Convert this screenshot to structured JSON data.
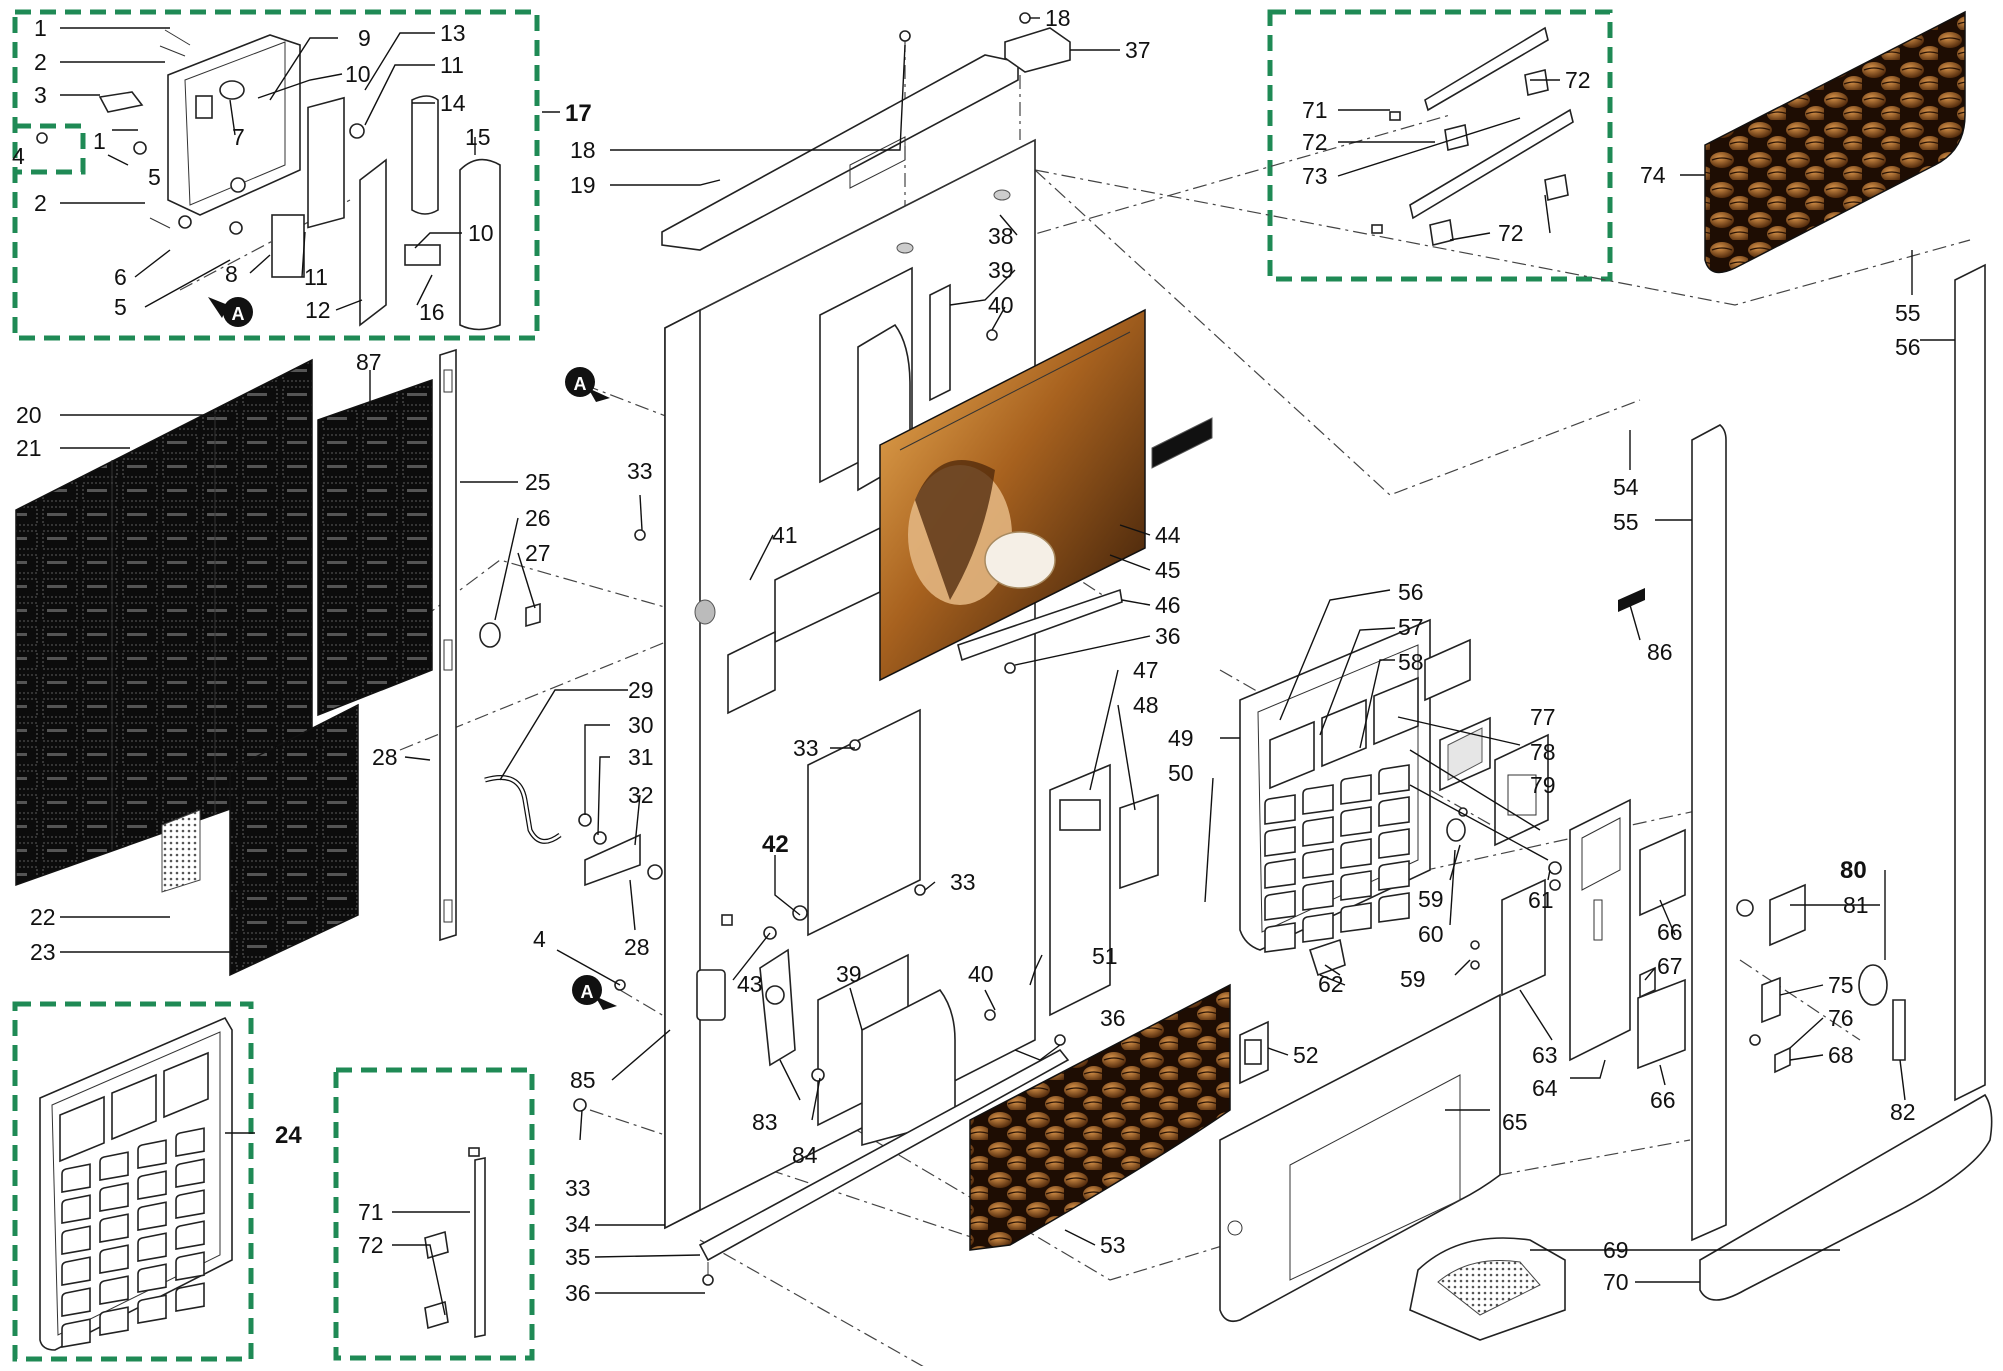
{
  "diagram": {
    "callouts": {
      "c1a": "1",
      "c2a": "2",
      "c3": "3",
      "c4a": "4",
      "c1b": "1",
      "c5a": "5",
      "c7": "7",
      "c9": "9",
      "c10a": "10",
      "c13": "13",
      "c11a": "11",
      "c14": "14",
      "c15": "15",
      "c10b": "10",
      "c17": "17",
      "c2b": "2",
      "c6": "6",
      "c8": "8",
      "c11b": "11",
      "c5b": "5",
      "c12": "12",
      "c16": "16",
      "c18a": "18",
      "c37": "37",
      "c18b": "18",
      "c19": "19",
      "c38": "38",
      "c39a": "39",
      "c40a": "40",
      "c44": "44",
      "c45": "45",
      "c46": "46",
      "c36a": "36",
      "c33a": "33",
      "c41": "41",
      "c33b": "33",
      "c33c": "33",
      "c42": "42",
      "c43": "43",
      "c85": "85",
      "c83": "83",
      "c84": "84",
      "c39b": "39",
      "c40b": "40",
      "c36b": "36",
      "c51": "51",
      "c4b": "4",
      "c33d": "33",
      "c34": "34",
      "c35": "35",
      "c36c": "36",
      "c53": "53",
      "c52": "52",
      "c20": "20",
      "c21": "21",
      "c87": "87",
      "c22": "22",
      "c23": "23",
      "c25": "25",
      "c26": "26",
      "c27": "27",
      "c28a": "28",
      "c29": "29",
      "c30": "30",
      "c31": "31",
      "c32": "32",
      "c28b": "28",
      "c24": "24",
      "c71b": "71",
      "c72c": "72",
      "c71": "71",
      "c72a": "72",
      "c72b": "72",
      "c73": "73",
      "c72d": "72",
      "c74": "74",
      "c55a": "55",
      "c56a": "56",
      "c54": "54",
      "c55b": "55",
      "c86": "86",
      "c56b": "56",
      "c57": "57",
      "c58": "58",
      "c47": "47",
      "c48": "48",
      "c49": "49",
      "c50": "50",
      "c77": "77",
      "c78": "78",
      "c79": "79",
      "c59a": "59",
      "c60": "60",
      "c61": "61",
      "c66a": "66",
      "c67": "67",
      "c59b": "59",
      "c63": "63",
      "c64": "64",
      "c66b": "66",
      "c62": "62",
      "c65": "65",
      "c80": "80",
      "c81": "81",
      "c75": "75",
      "c76": "76",
      "c68": "68",
      "c82": "82",
      "c69": "69",
      "c70": "70"
    },
    "detail_marker": "A",
    "colors": {
      "group_box": "#1f8a55",
      "line": "#111111",
      "photo_dark": "#2a1607",
      "photo_warm": "#b8772e",
      "bean": "#8a5224"
    }
  }
}
